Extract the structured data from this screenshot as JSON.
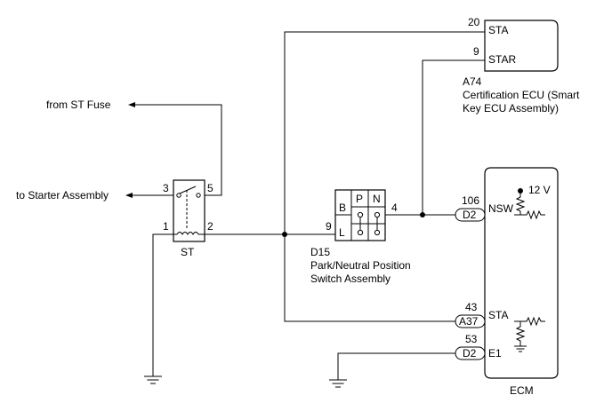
{
  "labels": {
    "from_st_fuse": "from ST Fuse",
    "to_starter": "to Starter Assembly",
    "st_relay": "ST",
    "st_pin_3": "3",
    "st_pin_5": "5",
    "st_pin_1": "1",
    "st_pin_2": "2",
    "a74_code": "A74",
    "a74_name_1": "Certification ECU (Smart",
    "a74_name_2": "Key ECU Assembly)",
    "a74_pin_20": "20",
    "a74_pin_9": "9",
    "a74_sta": "STA",
    "a74_star": "STAR",
    "d15_code": "D15",
    "d15_name_1": "Park/Neutral Position",
    "d15_name_2": "Switch Assembly",
    "d15_pin_9": "9",
    "d15_pin_4": "4",
    "d15_p": "P",
    "d15_n": "N",
    "d15_b": "B",
    "d15_l": "L",
    "ecm_name": "ECM",
    "ecm_v12": "12 V",
    "ecm_pin_106": "106",
    "ecm_pin_43": "43",
    "ecm_pin_53": "53",
    "ecm_conn_d2_top": "D2",
    "ecm_conn_a37": "A37",
    "ecm_conn_d2_bot": "D2",
    "ecm_nsw": "NSW",
    "ecm_sta": "STA",
    "ecm_e1": "E1"
  }
}
